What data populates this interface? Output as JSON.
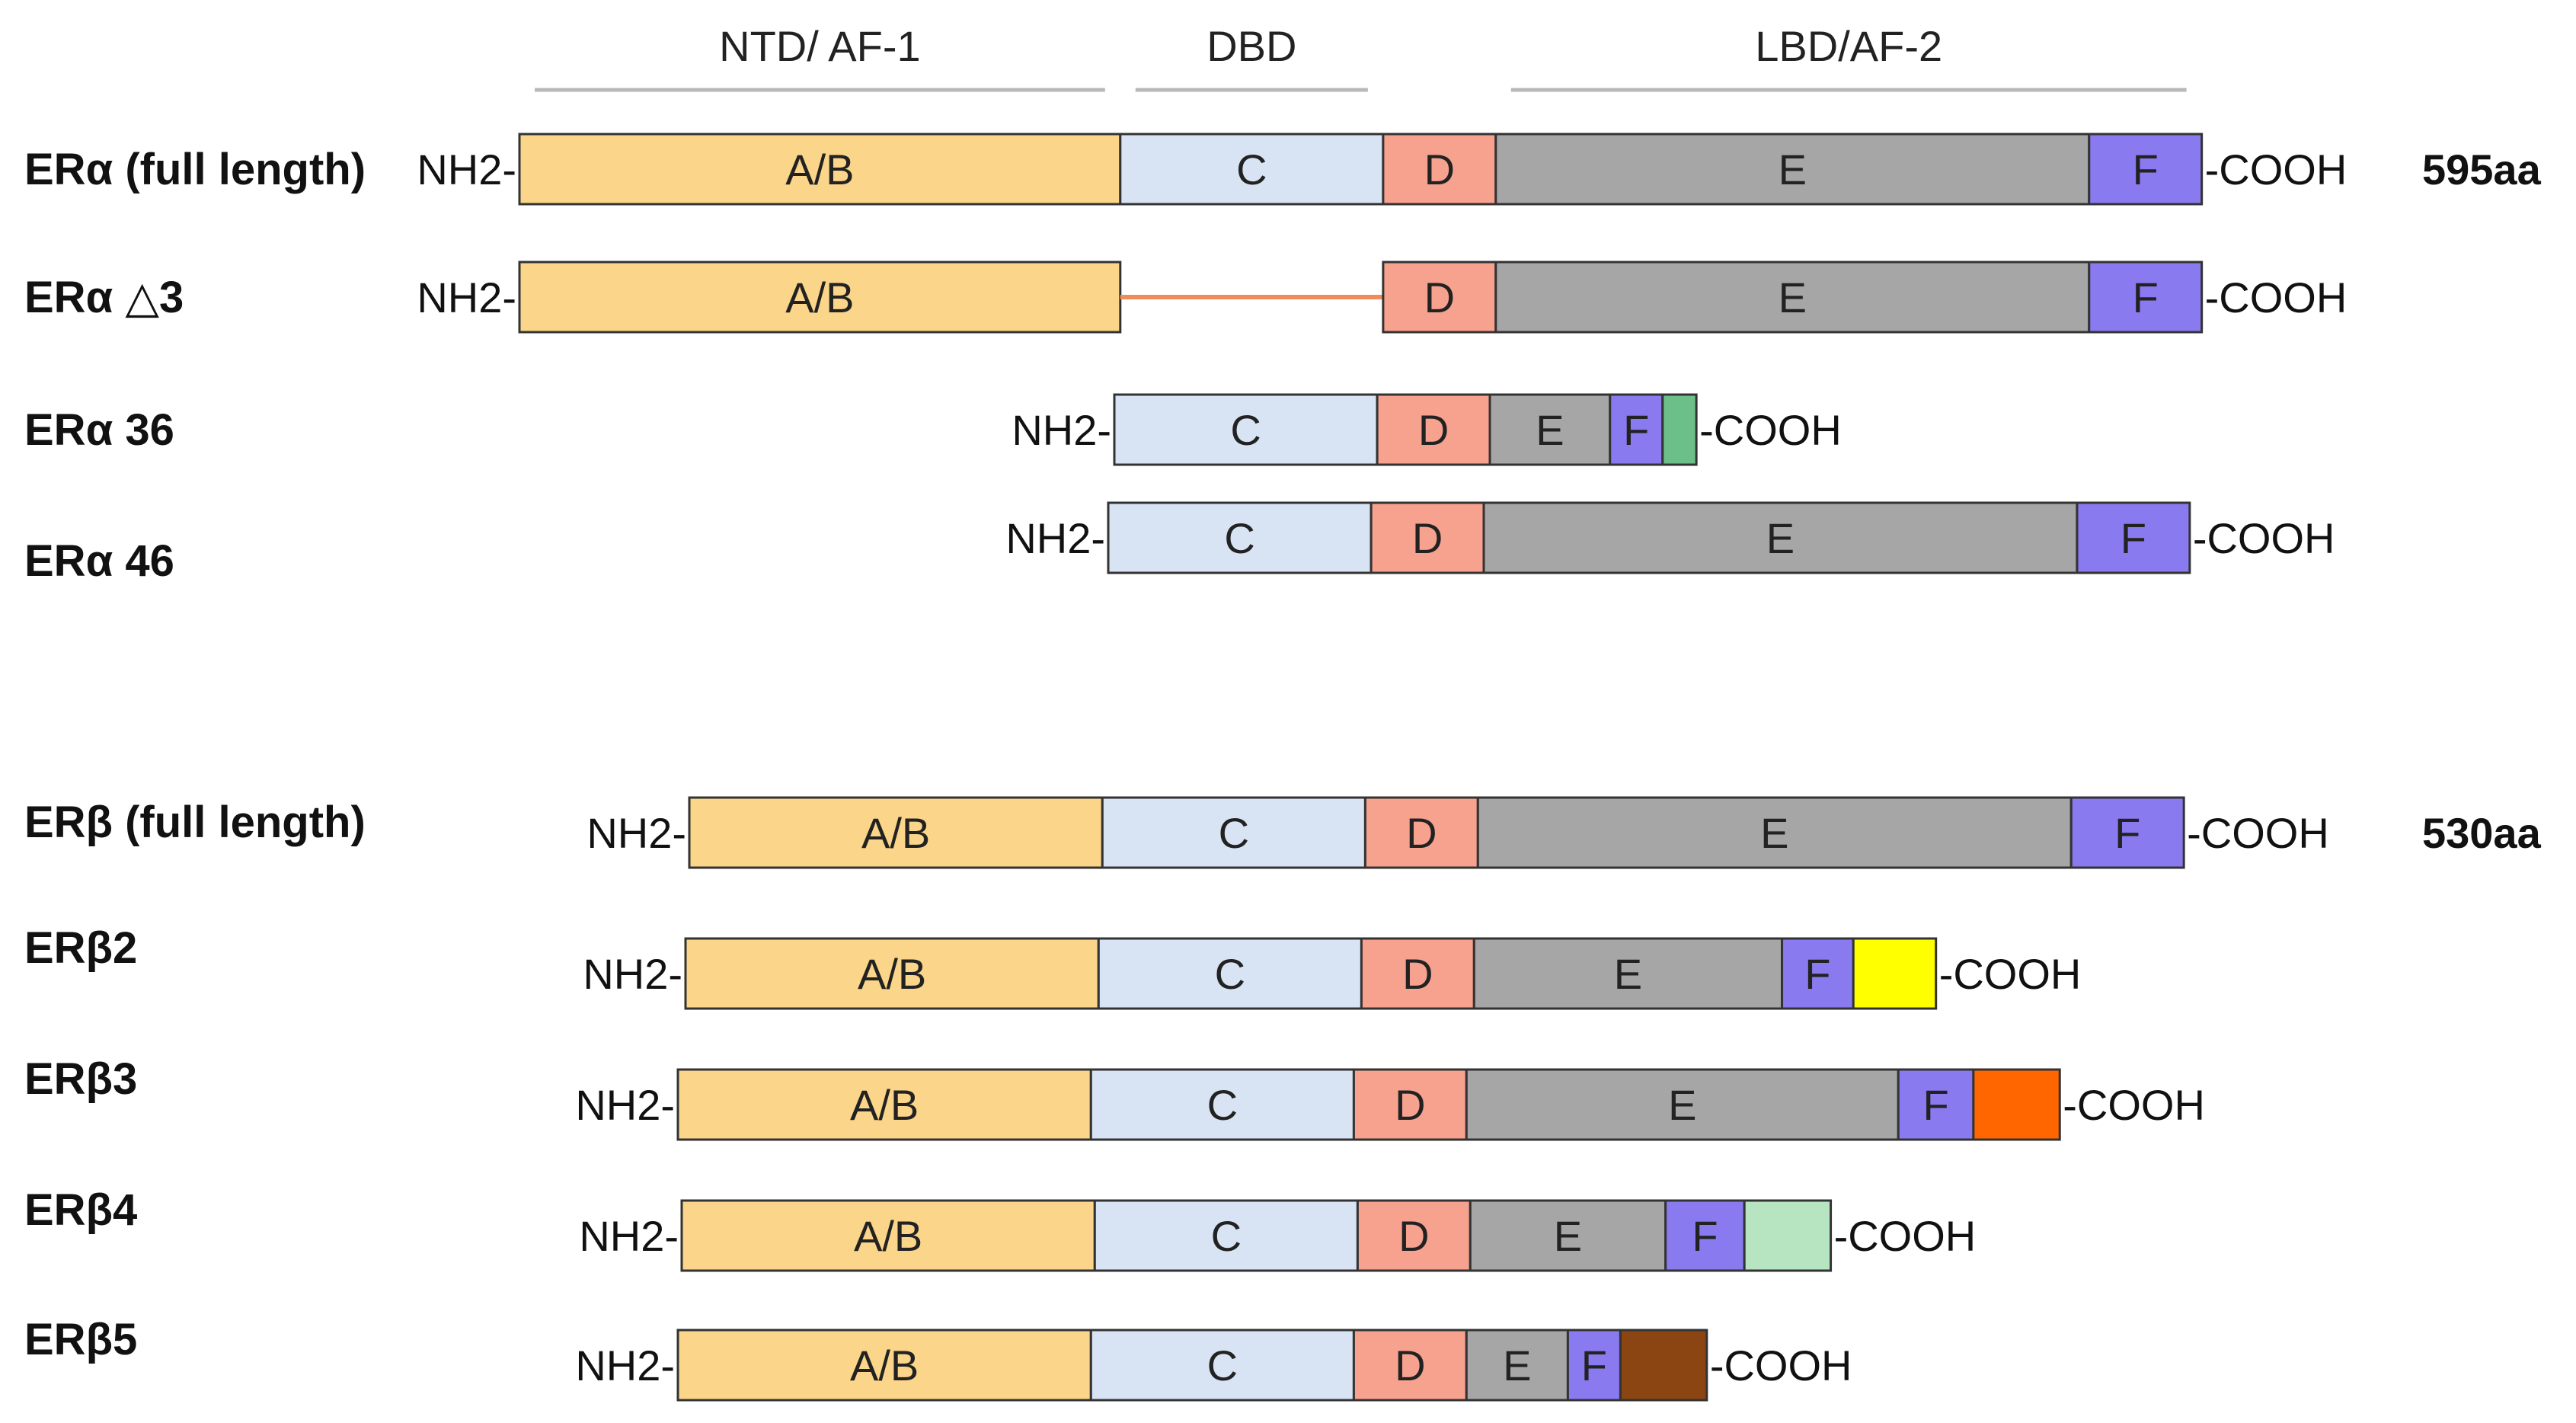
{
  "colors": {
    "AB": "#fad58a",
    "C": "#d8e4f4",
    "D": "#f6a28e",
    "E": "#a6a6a6",
    "F": "#8a7aef",
    "green_tail": "#6dbf89",
    "yellow": "#ffff00",
    "orange": "#ff6600",
    "light_green": "#b7e4c1",
    "brown": "#8b4513",
    "bracket": "#b8b8b8",
    "deletion_line": "#f08b5a",
    "border": "#333333"
  },
  "headers": [
    {
      "text": "NTD/ AF-1",
      "from": 0,
      "to": 0
    },
    {
      "text": "DBD",
      "from": 1,
      "to": 1
    },
    {
      "text": "LBD/AF-2",
      "from": 3,
      "to": 4
    }
  ],
  "terminals": {
    "n": "NH2-",
    "c": "-COOH"
  },
  "rows": [
    {
      "name": "ERα (full length)",
      "length": "595aa",
      "segments": [
        {
          "label": "A/B",
          "size": 16.0,
          "color": "AB"
        },
        {
          "label": "C",
          "size": 7.0,
          "color": "C"
        },
        {
          "label": "D",
          "size": 3.0,
          "color": "D"
        },
        {
          "label": "E",
          "size": 15.8,
          "color": "E"
        },
        {
          "label": "F",
          "size": 3.0,
          "color": "F"
        }
      ]
    },
    {
      "name": "ERα △3",
      "length": "",
      "segments": [
        {
          "label": "A/B",
          "size": 16.0,
          "color": "AB"
        },
        {
          "label": "",
          "size": 7.0,
          "color": "gap"
        },
        {
          "label": "D",
          "size": 3.0,
          "color": "D"
        },
        {
          "label": "E",
          "size": 15.8,
          "color": "E"
        },
        {
          "label": "F",
          "size": 3.0,
          "color": "F"
        }
      ]
    },
    {
      "name": "ERα 36",
      "length": "",
      "segments": [
        {
          "label": "C",
          "size": 7.0,
          "color": "C"
        },
        {
          "label": "D",
          "size": 3.0,
          "color": "D"
        },
        {
          "label": "E",
          "size": 3.2,
          "color": "E"
        },
        {
          "label": "F",
          "size": 1.4,
          "color": "F"
        },
        {
          "label": "",
          "size": 0.9,
          "color": "green_tail"
        }
      ]
    },
    {
      "name": "ERα 46",
      "length": "",
      "segments": [
        {
          "label": "C",
          "size": 7.0,
          "color": "C"
        },
        {
          "label": "D",
          "size": 3.0,
          "color": "D"
        },
        {
          "label": "E",
          "size": 15.8,
          "color": "E"
        },
        {
          "label": "F",
          "size": 3.0,
          "color": "F"
        }
      ]
    },
    {
      "name": "ERβ (full length)",
      "length": "530aa",
      "segments": [
        {
          "label": "A/B",
          "size": 11.0,
          "color": "AB"
        },
        {
          "label": "C",
          "size": 7.0,
          "color": "C"
        },
        {
          "label": "D",
          "size": 3.0,
          "color": "D"
        },
        {
          "label": "E",
          "size": 15.8,
          "color": "E"
        },
        {
          "label": "F",
          "size": 3.0,
          "color": "F"
        }
      ]
    },
    {
      "name": "ERβ2",
      "length": "",
      "segments": [
        {
          "label": "A/B",
          "size": 11.0,
          "color": "AB"
        },
        {
          "label": "C",
          "size": 7.0,
          "color": "C"
        },
        {
          "label": "D",
          "size": 3.0,
          "color": "D"
        },
        {
          "label": "E",
          "size": 8.2,
          "color": "E"
        },
        {
          "label": "F",
          "size": 1.9,
          "color": "F"
        },
        {
          "label": "",
          "size": 2.2,
          "color": "yellow"
        }
      ]
    },
    {
      "name": "ERβ3",
      "length": "",
      "segments": [
        {
          "label": "A/B",
          "size": 11.0,
          "color": "AB"
        },
        {
          "label": "C",
          "size": 7.0,
          "color": "C"
        },
        {
          "label": "D",
          "size": 3.0,
          "color": "D"
        },
        {
          "label": "E",
          "size": 11.5,
          "color": "E"
        },
        {
          "label": "F",
          "size": 2.0,
          "color": "F"
        },
        {
          "label": "",
          "size": 2.3,
          "color": "orange"
        }
      ]
    },
    {
      "name": "ERβ4",
      "length": "",
      "segments": [
        {
          "label": "A/B",
          "size": 11.0,
          "color": "AB"
        },
        {
          "label": "C",
          "size": 7.0,
          "color": "C"
        },
        {
          "label": "D",
          "size": 3.0,
          "color": "D"
        },
        {
          "label": "E",
          "size": 5.2,
          "color": "E"
        },
        {
          "label": "F",
          "size": 2.1,
          "color": "F"
        },
        {
          "label": "",
          "size": 2.3,
          "color": "light_green"
        }
      ]
    },
    {
      "name": "ERβ5",
      "length": "",
      "segments": [
        {
          "label": "A/B",
          "size": 11.0,
          "color": "AB"
        },
        {
          "label": "C",
          "size": 7.0,
          "color": "C"
        },
        {
          "label": "D",
          "size": 3.0,
          "color": "D"
        },
        {
          "label": "E",
          "size": 2.7,
          "color": "E"
        },
        {
          "label": "F",
          "size": 1.4,
          "color": "F"
        },
        {
          "label": "",
          "size": 2.3,
          "color": "brown"
        }
      ]
    }
  ]
}
